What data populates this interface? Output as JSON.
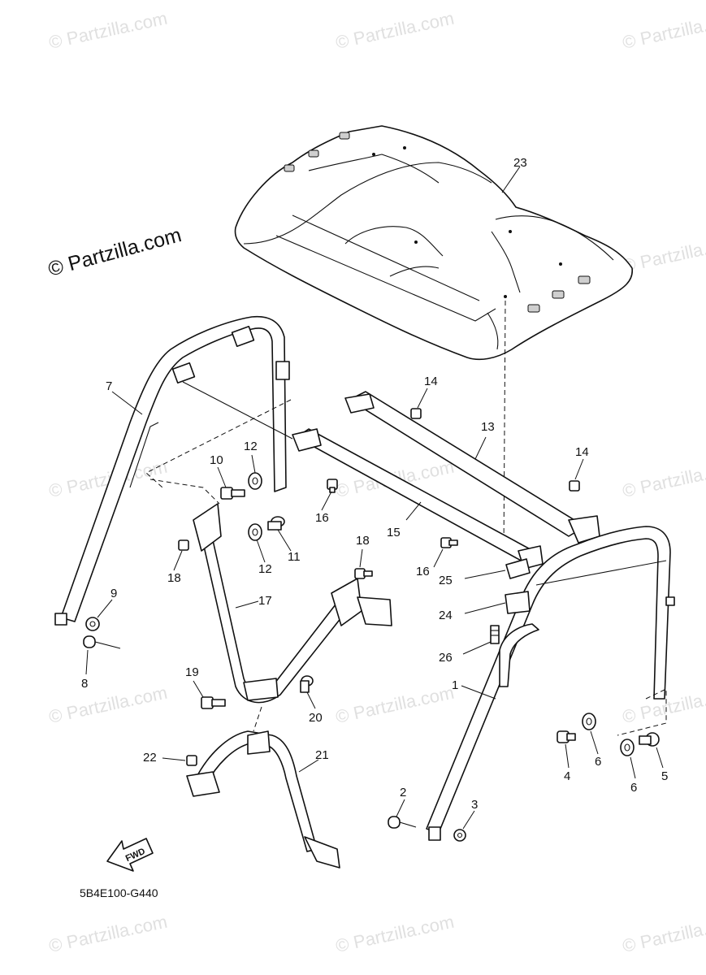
{
  "watermark": {
    "repeat_text": "© Partzilla.com",
    "main_text": "© Partzilla.com"
  },
  "diagram": {
    "code": "5B4E100-G440",
    "fwd_label": "FWD"
  },
  "callouts": [
    {
      "id": "c23",
      "label": "23"
    },
    {
      "id": "c7",
      "label": "7"
    },
    {
      "id": "c14a",
      "label": "14"
    },
    {
      "id": "c13",
      "label": "13"
    },
    {
      "id": "c14b",
      "label": "14"
    },
    {
      "id": "c10",
      "label": "10"
    },
    {
      "id": "c12a",
      "label": "12"
    },
    {
      "id": "c16a",
      "label": "16"
    },
    {
      "id": "c12b",
      "label": "12"
    },
    {
      "id": "c11",
      "label": "11"
    },
    {
      "id": "c15",
      "label": "15"
    },
    {
      "id": "c18a",
      "label": "18"
    },
    {
      "id": "c18b",
      "label": "18"
    },
    {
      "id": "c16b",
      "label": "16"
    },
    {
      "id": "c25",
      "label": "25"
    },
    {
      "id": "c9",
      "label": "9"
    },
    {
      "id": "c17",
      "label": "17"
    },
    {
      "id": "c24",
      "label": "24"
    },
    {
      "id": "c8",
      "label": "8"
    },
    {
      "id": "c26",
      "label": "26"
    },
    {
      "id": "c19",
      "label": "19"
    },
    {
      "id": "c1",
      "label": "1"
    },
    {
      "id": "c20",
      "label": "20"
    },
    {
      "id": "c22",
      "label": "22"
    },
    {
      "id": "c21",
      "label": "21"
    },
    {
      "id": "c4",
      "label": "4"
    },
    {
      "id": "c6a",
      "label": "6"
    },
    {
      "id": "c5",
      "label": "5"
    },
    {
      "id": "c6b",
      "label": "6"
    },
    {
      "id": "c2",
      "label": "2"
    },
    {
      "id": "c3",
      "label": "3"
    }
  ]
}
